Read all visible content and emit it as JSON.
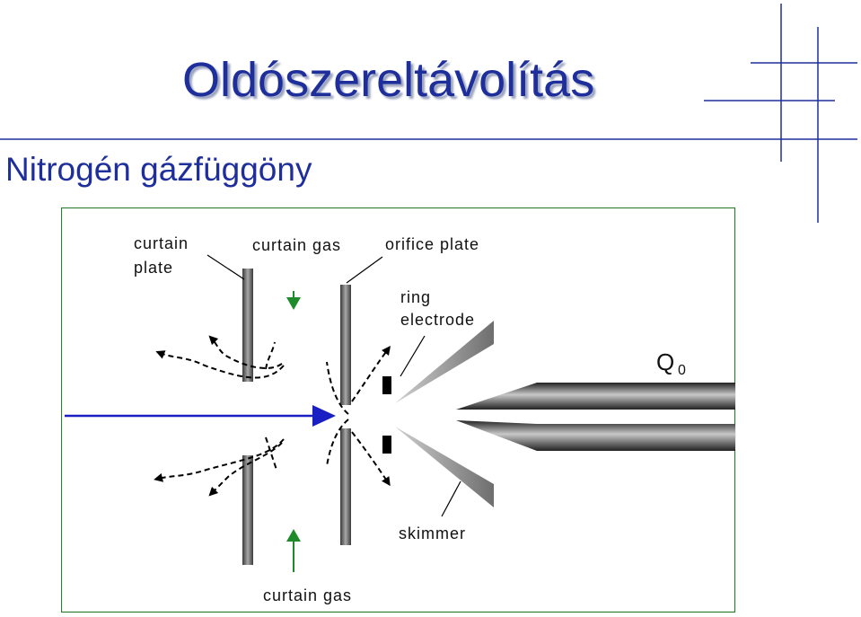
{
  "slide": {
    "title": "Oldószereltávolítás",
    "subtitle": "Nitrogén gázfüggöny"
  },
  "diagram": {
    "labels": {
      "curtain_plate_line1": "curtain",
      "curtain_plate_line2": "plate",
      "curtain_gas_top": "curtain gas",
      "orifice_plate": "orifice plate",
      "ring_electrode_line1": "ring",
      "ring_electrode_line2": "electrode",
      "q0_main": "Q",
      "q0_sub": "0",
      "skimmer": "skimmer",
      "curtain_gas_bottom": "curtain gas"
    }
  },
  "colors": {
    "title": "#1e2f9c",
    "ion_beam": "#1a1fc4",
    "gas_arrow": "#1f8a2a",
    "frame": "#2e7d32",
    "deco_lines": "#1e2f9c"
  }
}
